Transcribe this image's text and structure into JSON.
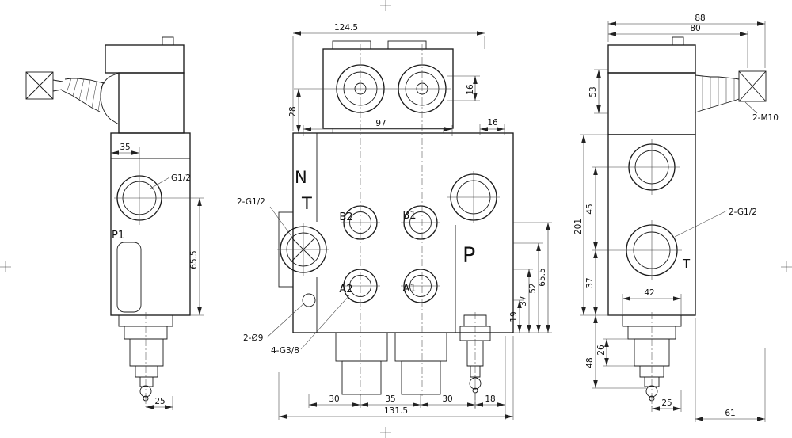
{
  "colors": {
    "line": "#1c1c1c",
    "background": "#ffffff"
  },
  "left_view": {
    "dim_top_width": "35",
    "label_thread": "G1/2",
    "label_port": "P1",
    "dim_body_height": "65.5",
    "dim_bottom": "25"
  },
  "front_view": {
    "dim_overall_top": "124.5",
    "dim_pilot_offset": "28",
    "dim_pilot_width": "97",
    "dim_port_spacing_v": "16",
    "dim_right_step": "16",
    "label_n": "N",
    "label_t": "T",
    "label_side_thread": "2-G1/2",
    "label_b2": "B2",
    "label_b1": "B1",
    "label_p": "P",
    "label_a2": "A2",
    "label_a1": "A1",
    "dim_right_1": "65.5",
    "dim_right_2": "52",
    "dim_right_3": "37",
    "dim_right_4": "19",
    "label_mount_holes": "2-Ø9",
    "label_work_ports": "4-G3/8",
    "dim_bottom_1": "30",
    "dim_bottom_2": "35",
    "dim_bottom_3": "30",
    "dim_bottom_4": "18",
    "dim_overall_bottom": "131.5"
  },
  "right_view": {
    "dim_top_overall": "88",
    "dim_top_inner": "80",
    "dim_cap_height": "53",
    "label_studs": "2-M10",
    "dim_overall_height": "201",
    "dim_port_spacing": "45",
    "dim_port_to_base": "37",
    "dim_base_width": "42",
    "label_thread": "2-G1/2",
    "label_t": "T",
    "dim_stem_1": "26",
    "dim_stem_2": "48",
    "dim_bottom_offset": "25",
    "dim_lever_length": "61"
  }
}
